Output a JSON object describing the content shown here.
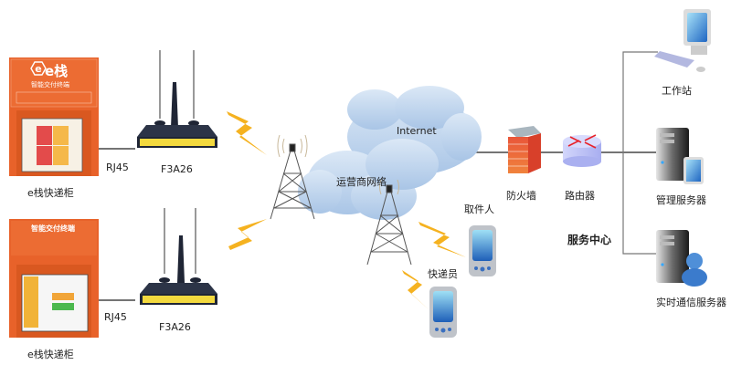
{
  "diagram": {
    "lockers": [
      {
        "label": "e栈快递柜",
        "brand": "e栈",
        "subtitle": "智能交付终端"
      },
      {
        "label": "e栈快递柜",
        "subtitle": "智能交付终端"
      }
    ],
    "links": [
      {
        "label": "RJ45"
      },
      {
        "label": "RJ45"
      }
    ],
    "routers": [
      {
        "label": "F3A26"
      },
      {
        "label": "F3A26"
      }
    ],
    "cloud": {
      "internet_label": "Internet",
      "carrier_label": "运营商网络"
    },
    "mobile": {
      "pickup_label": "取件人",
      "courier_label": "快递员"
    },
    "firewall_label": "防火墙",
    "router_label": "路由器",
    "service_center_label": "服务中心",
    "servers": {
      "workstation_label": "工作站",
      "management_label": "管理服务器",
      "realtime_label": "实时通信服务器"
    },
    "colors": {
      "locker_orange": "#e8622a",
      "bolt_yellow": "#f5b220",
      "cloud_blue": "#b9d2ec",
      "router_purple": "#b8bdf5",
      "firewall_red": "#e0472a"
    }
  }
}
